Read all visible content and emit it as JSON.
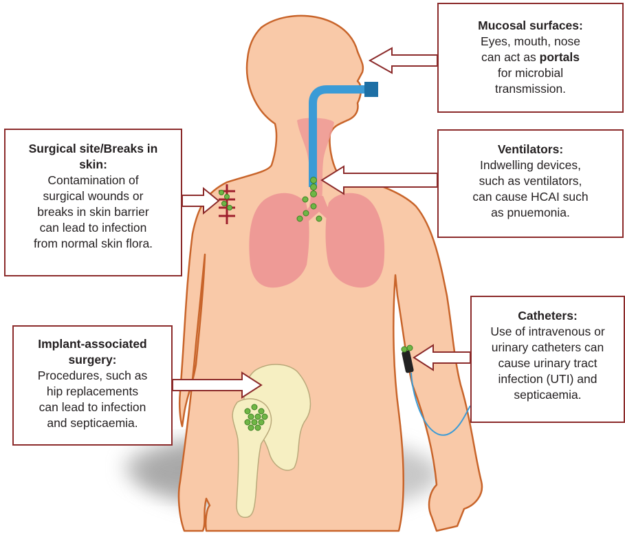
{
  "callouts": {
    "mucosal": {
      "title": "Mucosal surfaces:",
      "line1": "Eyes, mouth, nose",
      "line2_pre": "can act as ",
      "line2_bold": "portals",
      "line3": "for microbial",
      "line4": "transmission."
    },
    "ventilators": {
      "title": "Ventilators:",
      "lines": [
        "Indwelling devices,",
        "such as ventilators,",
        "can cause HCAI such",
        "as pnuemonia."
      ]
    },
    "surgical": {
      "title_line1": "Surgical site/Breaks in",
      "title_line2": "skin:",
      "lines": [
        "Contamination of",
        "surgical wounds or",
        "breaks in skin barrier",
        "can lead to infection",
        "from normal skin flora."
      ]
    },
    "catheters": {
      "title": "Catheters:",
      "lines": [
        "Use of intravenous or",
        "urinary catheters can",
        "cause urinary tract",
        "infection (UTI) and",
        "septicaemia."
      ]
    },
    "implant": {
      "title_line1": "Implant-associated",
      "title_line2": "surgery:",
      "lines": [
        "Procedures, such as",
        "hip replacements",
        "can lead to infection",
        "and septicaemia."
      ]
    }
  },
  "colors": {
    "skin": "#f9c9a8",
    "outline": "#c8642a",
    "lungs": "#ee9a96",
    "tube": "#3b9bd6",
    "bone": "#f6efc2",
    "bacteria": "#6fb646",
    "callout_border": "#8b2a2a",
    "arrow_fill": "#ffffff",
    "stitch": "#9e1f2d",
    "shadow": "#9a9a9a"
  }
}
